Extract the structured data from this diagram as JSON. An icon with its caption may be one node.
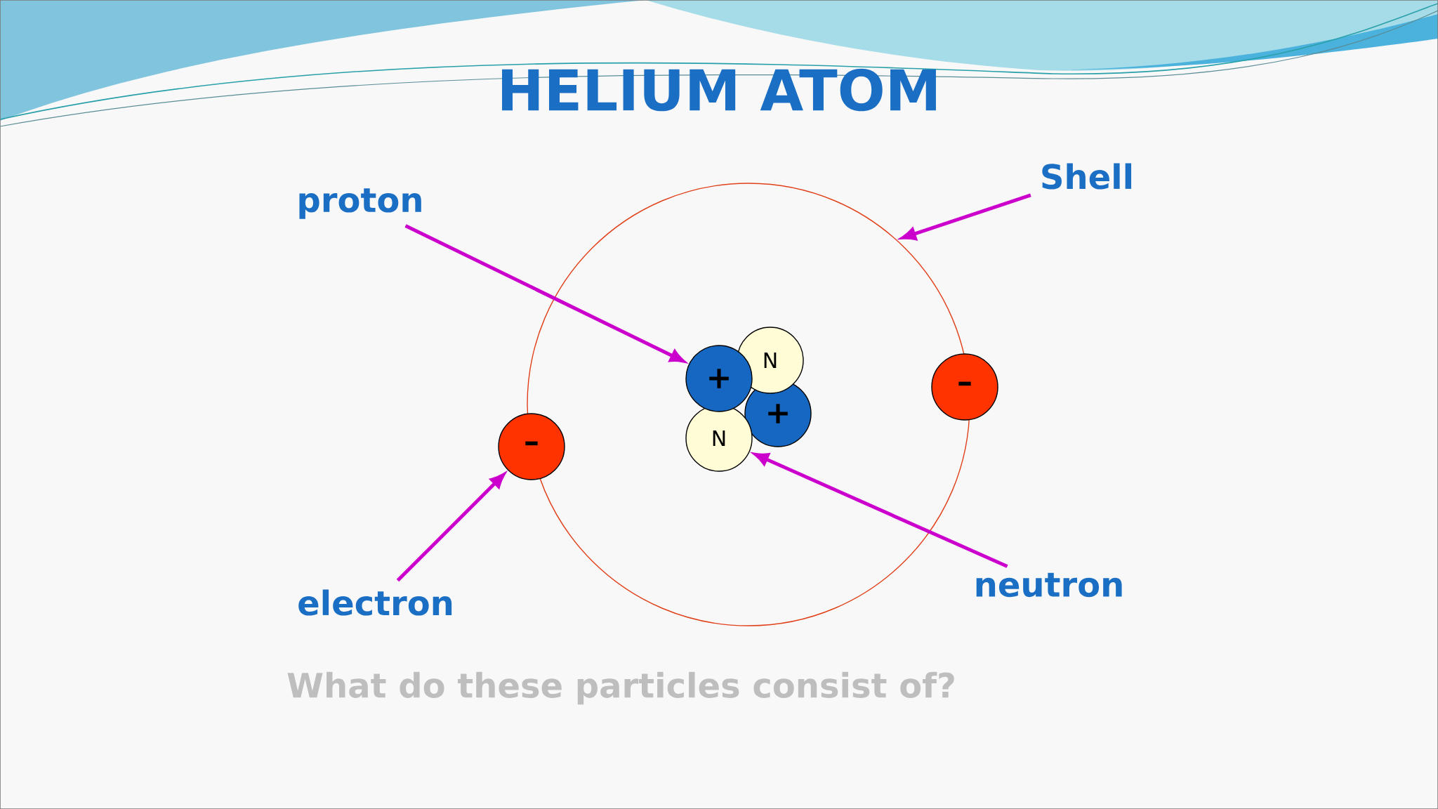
{
  "diagram": {
    "title": "HELIUM ATOM",
    "nodes": [
      {
        "text": [
          "Shell"
        ]
      },
      {
        "text": [
          "proton"
        ]
      },
      {
        "text": [],
        "shape": "circle"
      },
      {
        "text": [
          "N"
        ],
        "in": 2
      },
      {
        "text": [
          "+"
        ],
        "in": 2
      },
      {
        "text": [
          "–"
        ]
      },
      {
        "text": [
          "+"
        ],
        "in": 2
      },
      {
        "text": [
          "–"
        ]
      },
      {
        "text": [
          "N"
        ],
        "in": 2
      },
      {
        "text": [
          "neutron"
        ]
      },
      {
        "text": [
          "electron"
        ]
      }
    ],
    "edges": [
      {
        "from": 1,
        "to": 4,
        "arrow": "to"
      },
      {
        "from": 0,
        "to": 2,
        "arrow": "to"
      },
      {
        "from": 9,
        "to": 8,
        "arrow": "to"
      },
      {
        "from": 10,
        "to": 7,
        "arrow": "to"
      }
    ],
    "labels": [
      "What do these particles consist of?"
    ]
  }
}
